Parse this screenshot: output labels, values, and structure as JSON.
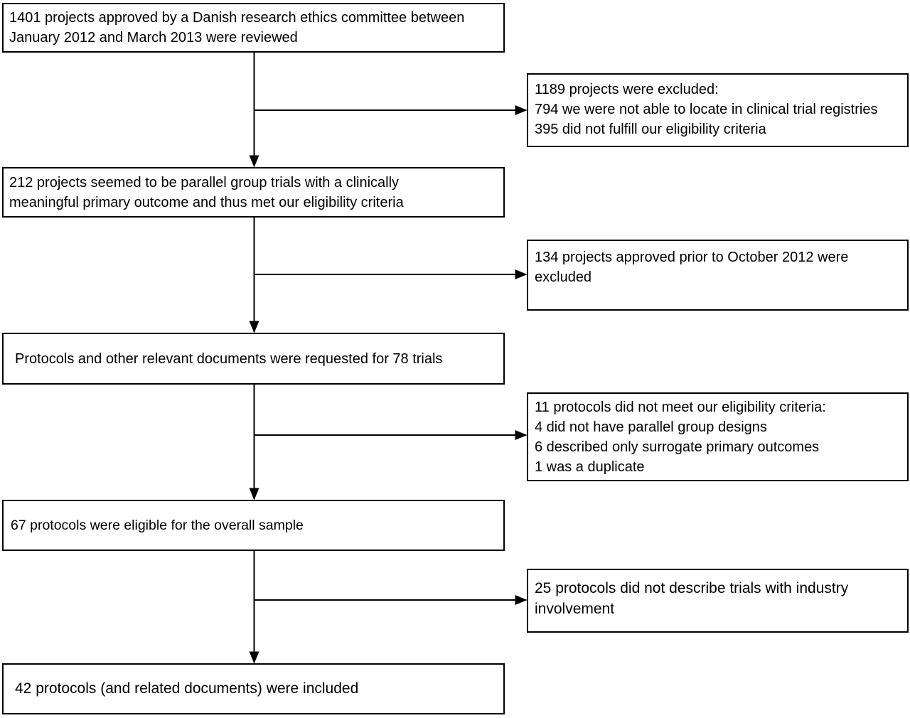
{
  "flowchart": {
    "main_flow": [
      {
        "name": "reviewed",
        "lines": [
          "1401 projects approved by a Danish research ethics committee between",
          "January 2012 and March 2013 were reviewed"
        ]
      },
      {
        "name": "eligible-projects",
        "lines": [
          "212 projects seemed to be parallel group trials with a clinically",
          "meaningful primary outcome and thus met our eligibility criteria"
        ]
      },
      {
        "name": "protocols-requested",
        "lines": [
          "Protocols and other relevant documents were requested for 78 trials"
        ]
      },
      {
        "name": "protocols-eligible",
        "lines": [
          "67 protocols were eligible for the overall sample"
        ]
      },
      {
        "name": "protocols-included",
        "lines": [
          "42 protocols (and related documents) were included"
        ]
      }
    ],
    "exclusions": [
      {
        "name": "excluded-1189",
        "lines": [
          "1189 projects were excluded:",
          "794 we were not able to locate in clinical trial registries",
          "395 did not fulfill our eligibility criteria"
        ]
      },
      {
        "name": "excluded-134",
        "lines": [
          "134 projects approved prior to October 2012 were",
          "excluded"
        ]
      },
      {
        "name": "excluded-11",
        "lines": [
          "11 protocols did not meet our eligibility criteria:",
          "4 did not have parallel group designs",
          "6 described only surrogate primary outcomes",
          "1 was a duplicate"
        ]
      },
      {
        "name": "excluded-25",
        "lines": [
          "25 protocols did not describe trials with industry",
          "involvement"
        ]
      }
    ],
    "colors": {
      "border": "#000000",
      "background": "#ffffff",
      "text": "#000000",
      "arrow": "#000000"
    }
  }
}
